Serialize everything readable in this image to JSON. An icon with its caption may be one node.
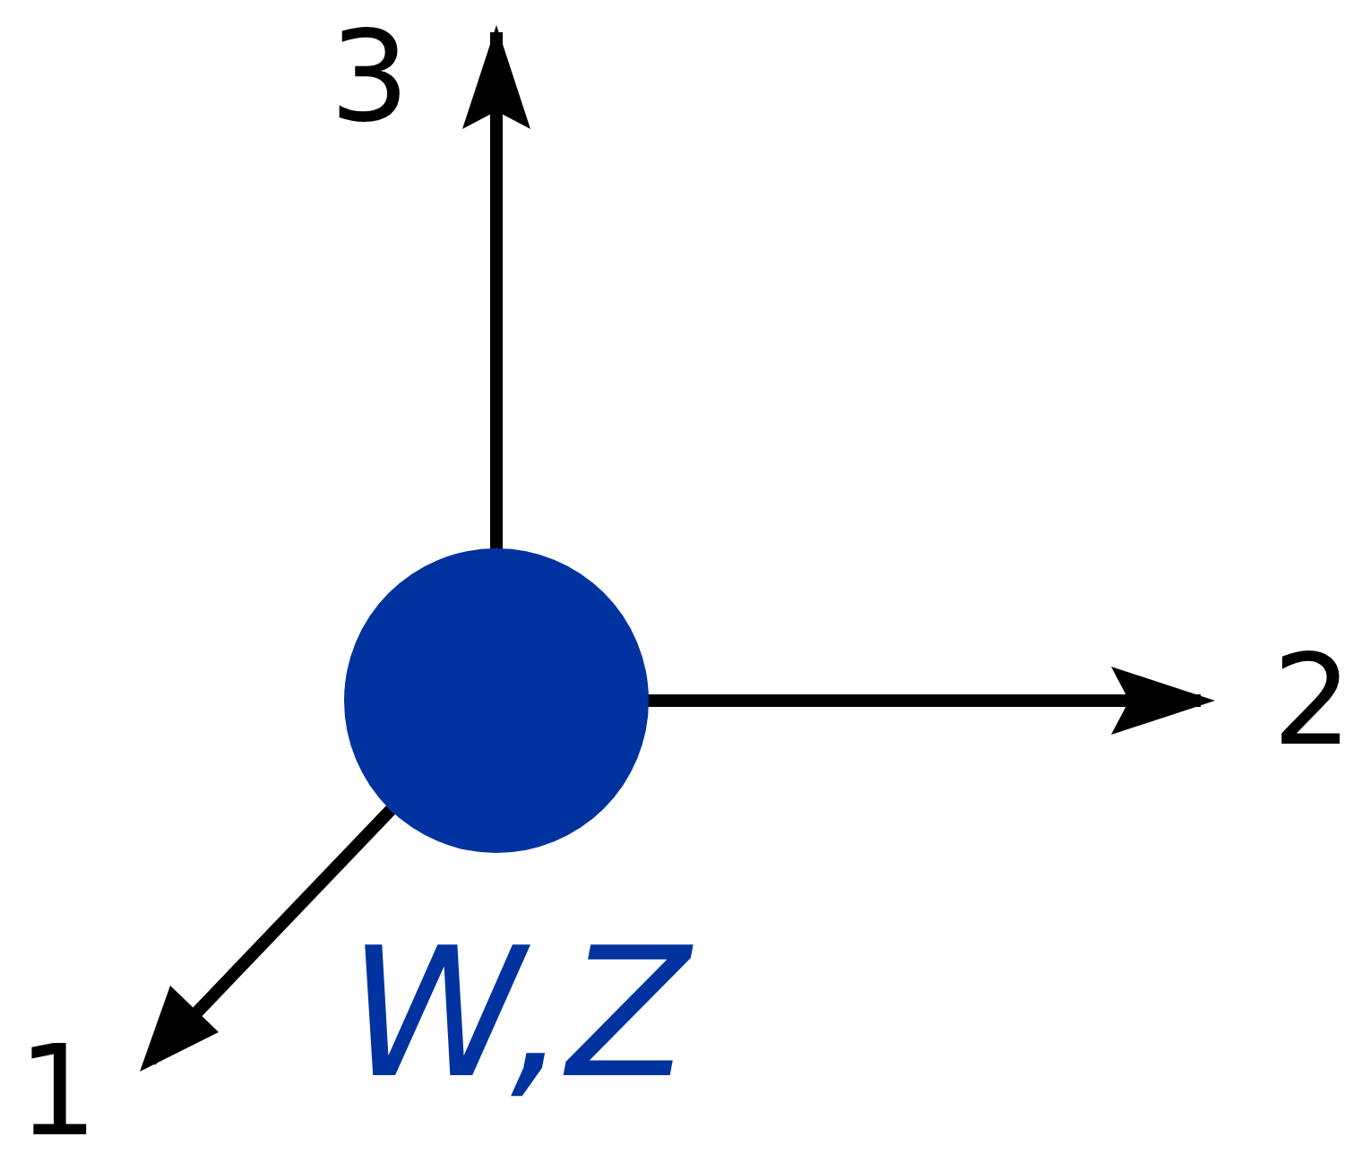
{
  "diagram": {
    "nodes": [
      {
        "text": [],
        "shape": "circle",
        "beside": [
          "W,Z"
        ]
      }
    ],
    "labels": [
      "3",
      "2",
      "1"
    ]
  }
}
